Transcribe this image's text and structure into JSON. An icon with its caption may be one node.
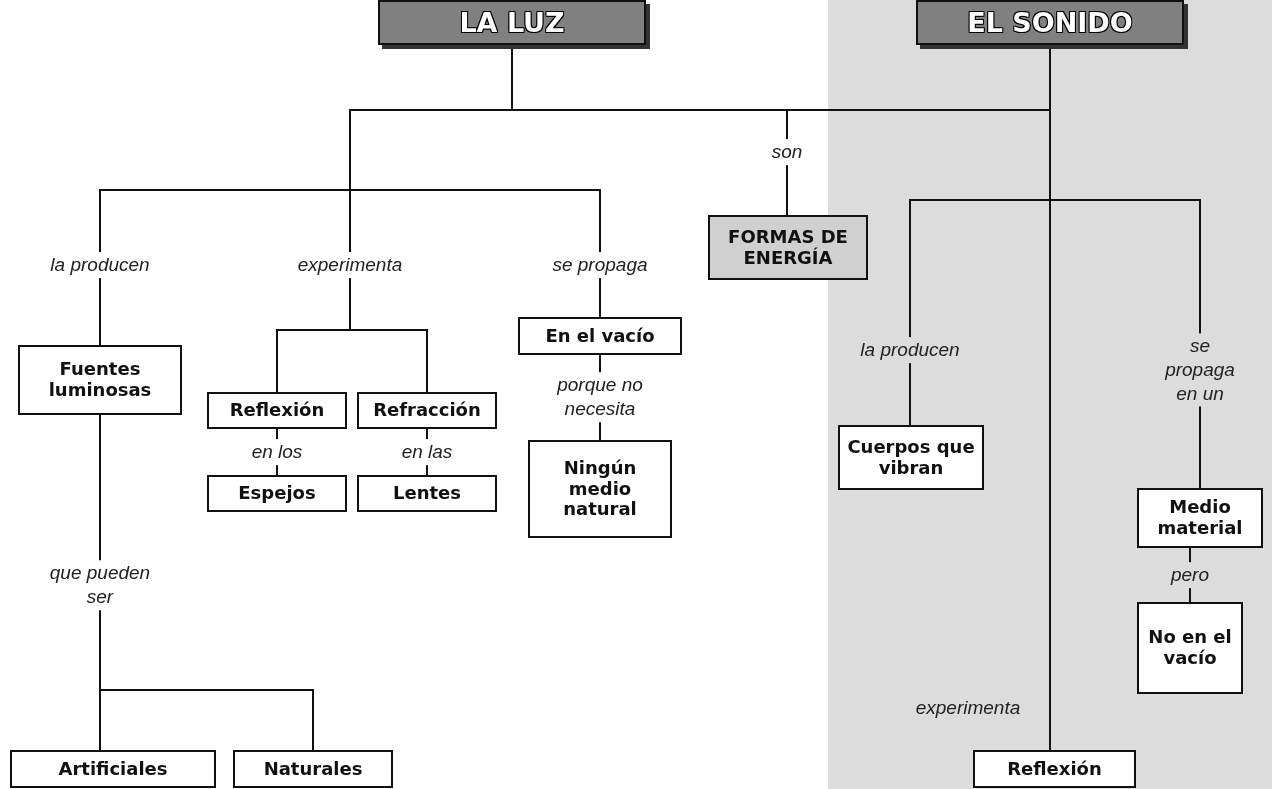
{
  "diagram": {
    "nodes": [
      {
        "text": [
          "LA LUZ"
        ]
      },
      {
        "text": [
          "EL SONIDO"
        ]
      },
      {
        "text": [
          "FORMAS DE ENERGÍA"
        ]
      },
      {
        "text": [
          "Fuentes luminosas"
        ]
      },
      {
        "text": [
          "Reflexión"
        ]
      },
      {
        "text": [
          "Refracción"
        ]
      },
      {
        "text": [
          "Espejos"
        ]
      },
      {
        "text": [
          "Lentes"
        ]
      },
      {
        "text": [
          "En el vacío"
        ]
      },
      {
        "text": [
          "Ningún medio natural"
        ]
      },
      {
        "text": [
          "Artificiales"
        ]
      },
      {
        "text": [
          "Naturales"
        ]
      },
      {
        "text": [
          "Cuerpos que vibran"
        ]
      },
      {
        "text": [
          "Medio material"
        ]
      },
      {
        "text": [
          "No en el vacío"
        ]
      },
      {
        "text": [
          "Reflexión"
        ]
      }
    ],
    "edges": [
      {
        "from": 0,
        "to": 3,
        "arrow": "none",
        "label": "la producen"
      },
      {
        "from": 0,
        "to": 4,
        "arrow": "none",
        "label": "experimenta"
      },
      {
        "from": 0,
        "to": 5,
        "arrow": "none"
      },
      {
        "from": 0,
        "to": 8,
        "arrow": "none",
        "label": "se propaga"
      },
      {
        "from": 0,
        "to": 2,
        "arrow": "none",
        "label": "son"
      },
      {
        "from": 1,
        "to": 2,
        "arrow": "none"
      },
      {
        "from": 1,
        "to": 12,
        "arrow": "none",
        "label": "la producen"
      },
      {
        "from": 1,
        "to": 13,
        "arrow": "none",
        "label": "se propaga en un"
      },
      {
        "from": 1,
        "to": 15,
        "arrow": "none",
        "label": "experimenta"
      },
      {
        "from": 4,
        "to": 6,
        "arrow": "none",
        "label": "en los"
      },
      {
        "from": 5,
        "to": 7,
        "arrow": "none",
        "label": "en las"
      },
      {
        "from": 8,
        "to": 9,
        "arrow": "none",
        "label": "porque no necesita"
      },
      {
        "from": 3,
        "to": 10,
        "arrow": "none",
        "label": "que pueden ser"
      },
      {
        "from": 3,
        "to": 11,
        "arrow": "none"
      },
      {
        "from": 13,
        "to": 14,
        "arrow": "none",
        "label": "pero"
      }
    ]
  }
}
